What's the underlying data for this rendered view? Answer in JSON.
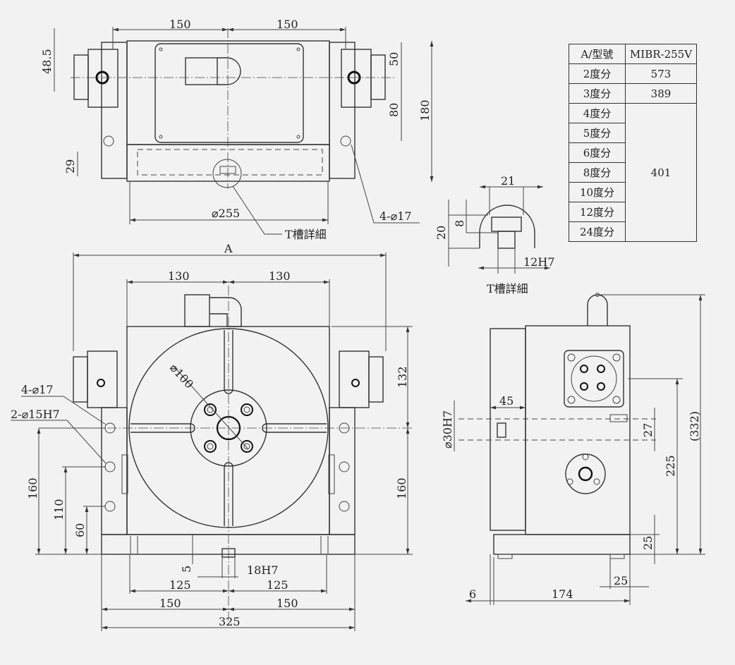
{
  "table": {
    "header": [
      "A/型號",
      "MIBR-255V"
    ],
    "rows": [
      {
        "division": "2度分",
        "value": "573"
      },
      {
        "division": "3度分",
        "value": "389"
      },
      {
        "division": "4度分",
        "value": "401"
      },
      {
        "division": "5度分",
        "value": ""
      },
      {
        "division": "6度分",
        "value": ""
      },
      {
        "division": "8度分",
        "value": ""
      },
      {
        "division": "10度分",
        "value": ""
      },
      {
        "division": "12度分",
        "value": ""
      },
      {
        "division": "24度分",
        "value": ""
      }
    ]
  },
  "top_view": {
    "dims": [
      "150",
      "150",
      "48.5",
      "50",
      "80",
      "180",
      "29",
      "⌀255",
      "4-⌀17"
    ],
    "callout": "T槽詳細"
  },
  "tslot_detail": {
    "dims": [
      "21",
      "20",
      "8",
      "12H7"
    ],
    "caption": "T槽詳細"
  },
  "front_view": {
    "dims": [
      "A",
      "130",
      "130",
      "⌀100",
      "132",
      "4-⌀17",
      "2-⌀15H7",
      "160",
      "110",
      "60",
      "160",
      "5",
      "18H7",
      "125",
      "125",
      "150",
      "150",
      "325"
    ]
  },
  "side_view": {
    "dims": [
      "45",
      "⌀30H7",
      "27",
      "225",
      "(332)",
      "25",
      "6",
      "174",
      "25"
    ]
  }
}
